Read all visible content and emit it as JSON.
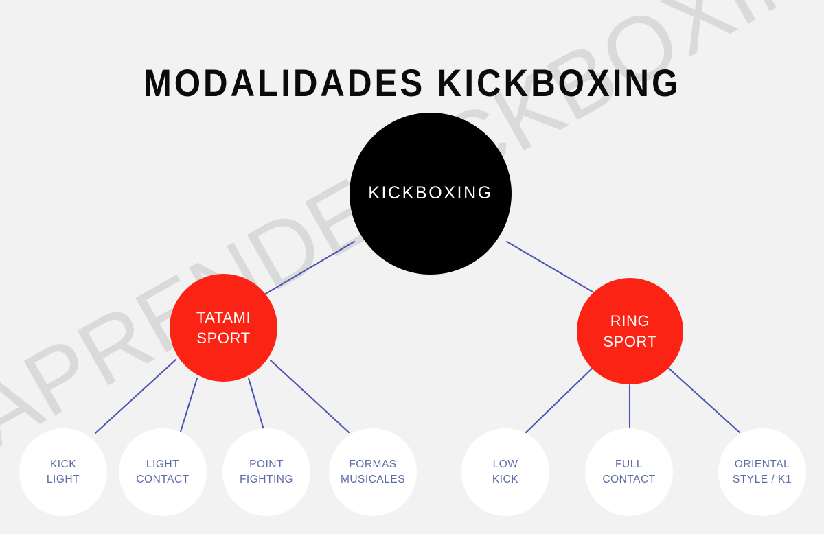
{
  "page": {
    "title": "MODALIDADES KICKBOXING",
    "background_color": "#f2f2f2"
  },
  "watermark": {
    "text": "APRENDEKICKBOXING.COM",
    "color": "#d8d8d8",
    "rotation_deg": -29.5
  },
  "colors": {
    "root_node": "#000000",
    "branch_node": "#fa2314",
    "leaf_node": "#ffffff",
    "leaf_text": "#5c6ba8",
    "connector": "#4b54b5",
    "title_text": "#0b0b0b"
  },
  "diagram": {
    "type": "tree",
    "root": {
      "id": "kickboxing",
      "label": "KICKBOXING",
      "level": 0
    },
    "branches": [
      {
        "id": "tatami-sport",
        "label": "TATAMI\nSPORT",
        "level": 1
      },
      {
        "id": "ring-sport",
        "label": "RING\nSPORT",
        "level": 1
      }
    ],
    "leaves": [
      {
        "id": "kick-light",
        "label": "KICK\nLIGHT",
        "parent": "tatami-sport",
        "level": 2
      },
      {
        "id": "light-contact",
        "label": "LIGHT\nCONTACT",
        "parent": "tatami-sport",
        "level": 2
      },
      {
        "id": "point-fighting",
        "label": "POINT\nFIGHTING",
        "parent": "tatami-sport",
        "level": 2
      },
      {
        "id": "formas-musicales",
        "label": "FORMAS\nMUSICALES",
        "parent": "tatami-sport",
        "level": 2
      },
      {
        "id": "low-kick",
        "label": "LOW\nKICK",
        "parent": "ring-sport",
        "level": 2
      },
      {
        "id": "full-contact",
        "label": "FULL\nCONTACT",
        "parent": "ring-sport",
        "level": 2
      },
      {
        "id": "oriental-style-k1",
        "label": "ORIENTAL\nSTYLE / K1",
        "parent": "ring-sport",
        "level": 2
      }
    ]
  },
  "chart_data": {
    "type": "tree",
    "title": "MODALIDADES KICKBOXING",
    "nodes": [
      {
        "label": "KICKBOXING",
        "depth": 0,
        "parent": null,
        "color": "#000000"
      },
      {
        "label": "TATAMI SPORT",
        "depth": 1,
        "parent": "KICKBOXING",
        "color": "#fa2314"
      },
      {
        "label": "RING SPORT",
        "depth": 1,
        "parent": "KICKBOXING",
        "color": "#fa2314"
      },
      {
        "label": "KICK LIGHT",
        "depth": 2,
        "parent": "TATAMI SPORT",
        "color": "#ffffff"
      },
      {
        "label": "LIGHT CONTACT",
        "depth": 2,
        "parent": "TATAMI SPORT",
        "color": "#ffffff"
      },
      {
        "label": "POINT FIGHTING",
        "depth": 2,
        "parent": "TATAMI SPORT",
        "color": "#ffffff"
      },
      {
        "label": "FORMAS MUSICALES",
        "depth": 2,
        "parent": "TATAMI SPORT",
        "color": "#ffffff"
      },
      {
        "label": "LOW KICK",
        "depth": 2,
        "parent": "RING SPORT",
        "color": "#ffffff"
      },
      {
        "label": "FULL CONTACT",
        "depth": 2,
        "parent": "RING SPORT",
        "color": "#ffffff"
      },
      {
        "label": "ORIENTAL STYLE / K1",
        "depth": 2,
        "parent": "RING SPORT",
        "color": "#ffffff"
      }
    ],
    "edges": [
      [
        "KICKBOXING",
        "TATAMI SPORT"
      ],
      [
        "KICKBOXING",
        "RING SPORT"
      ],
      [
        "TATAMI SPORT",
        "KICK LIGHT"
      ],
      [
        "TATAMI SPORT",
        "LIGHT CONTACT"
      ],
      [
        "TATAMI SPORT",
        "POINT FIGHTING"
      ],
      [
        "TATAMI SPORT",
        "FORMAS MUSICALES"
      ],
      [
        "RING SPORT",
        "LOW KICK"
      ],
      [
        "RING SPORT",
        "FULL CONTACT"
      ],
      [
        "RING SPORT",
        "ORIENTAL STYLE / K1"
      ]
    ]
  }
}
